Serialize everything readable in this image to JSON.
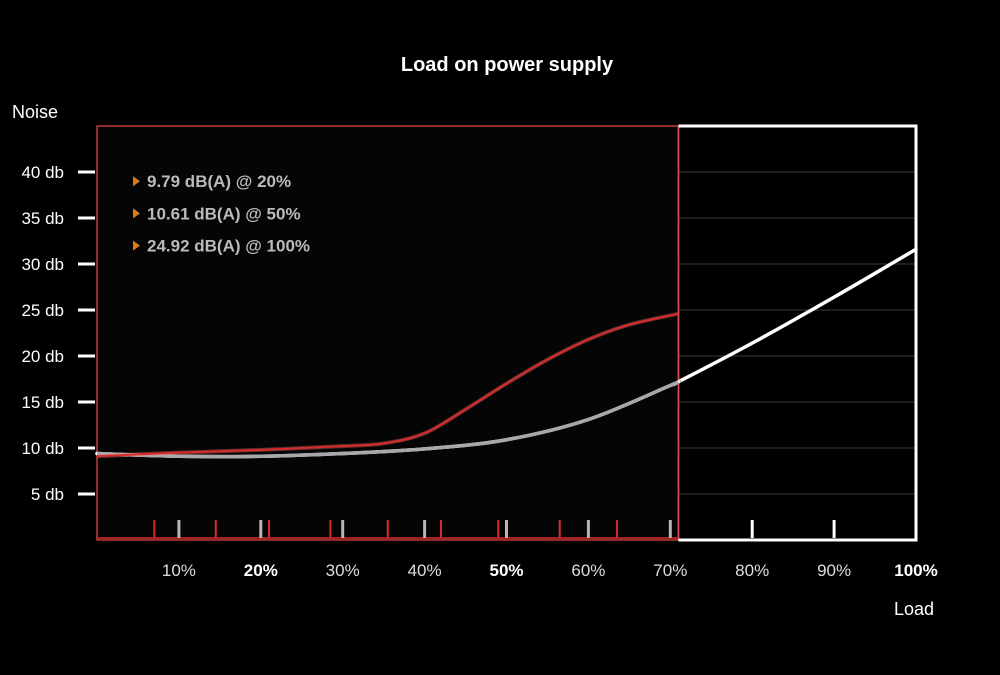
{
  "chart_data": {
    "type": "line",
    "title": "Load on power supply",
    "xlabel": "Load",
    "ylabel": "Noise",
    "xlim": [
      0,
      100
    ],
    "ylim": [
      0,
      45
    ],
    "x_ticks": [
      {
        "value": 10,
        "label": "10%",
        "bold": false
      },
      {
        "value": 20,
        "label": "20%",
        "bold": true
      },
      {
        "value": 30,
        "label": "30%",
        "bold": false
      },
      {
        "value": 40,
        "label": "40%",
        "bold": false
      },
      {
        "value": 50,
        "label": "50%",
        "bold": true
      },
      {
        "value": 60,
        "label": "60%",
        "bold": false
      },
      {
        "value": 70,
        "label": "70%",
        "bold": false
      },
      {
        "value": 80,
        "label": "80%",
        "bold": false
      },
      {
        "value": 90,
        "label": "90%",
        "bold": false
      },
      {
        "value": 100,
        "label": "100%",
        "bold": true
      }
    ],
    "y_ticks": [
      {
        "value": 5,
        "label": "5 db"
      },
      {
        "value": 10,
        "label": "10 db"
      },
      {
        "value": 15,
        "label": "15 db"
      },
      {
        "value": 20,
        "label": "20 db"
      },
      {
        "value": 25,
        "label": "25 db"
      },
      {
        "value": 30,
        "label": "30 db"
      },
      {
        "value": 35,
        "label": "35 db"
      },
      {
        "value": 40,
        "label": "40 db"
      }
    ],
    "grid": true,
    "series": [
      {
        "color": "#ffffff",
        "x": [
          0,
          10,
          20,
          30,
          40,
          50,
          60,
          70,
          71,
          80,
          90,
          100
        ],
        "y": [
          9.4,
          9.1,
          9.1,
          9.4,
          9.9,
          10.9,
          13.1,
          16.8,
          17.2,
          21.4,
          26.4,
          31.6
        ]
      },
      {
        "color": "#d92b2b",
        "x": [
          0,
          10,
          20,
          30,
          35,
          40,
          45,
          50,
          55,
          60,
          65,
          71
        ],
        "y": [
          9.1,
          9.5,
          9.8,
          10.2,
          10.5,
          11.6,
          14.2,
          17.0,
          19.6,
          21.8,
          23.4,
          24.6
        ]
      }
    ],
    "overlay_end": 71,
    "red_tick_marks": [
      7,
      14.5,
      21,
      28.5,
      35.5,
      42,
      49,
      56.5,
      63.5
    ],
    "annotations": [
      {
        "text": "9.79 dB(A) @ 20%",
        "y": 39
      },
      {
        "text": "10.61 dB(A) @ 50%",
        "y": 35.5
      },
      {
        "text": "24.92 dB(A) @ 100%",
        "y": 32
      }
    ],
    "colors": {
      "background": "#000000",
      "axis": "#ffffff",
      "grid": "#3a3a3a",
      "accent": "#d92b2b",
      "marker": "#e07a1f"
    }
  }
}
